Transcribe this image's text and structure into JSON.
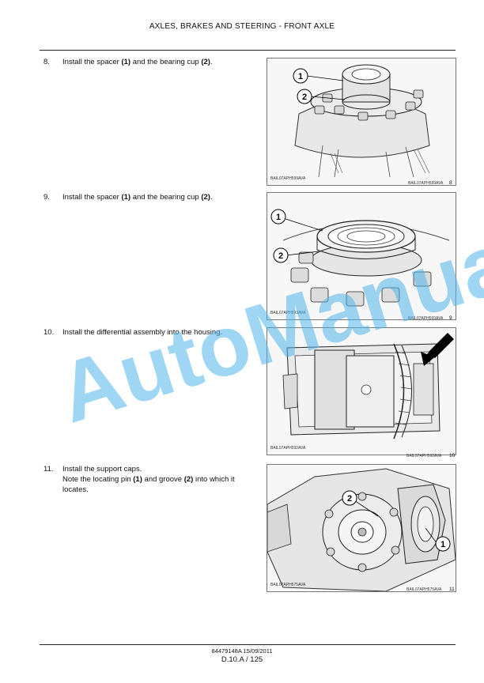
{
  "header": {
    "title": "AXLES, BRAKES AND STEERING - FRONT AXLE"
  },
  "steps": [
    {
      "num": "8.",
      "text_before": "Install the spacer ",
      "b1": "(1)",
      "text_mid": " and the bearing cup ",
      "b2": "(2)",
      "text_after": "."
    },
    {
      "num": "9.",
      "text_before": "Install the spacer ",
      "b1": "(1)",
      "text_mid": " and the bearing cup ",
      "b2": "(2)",
      "text_after": "."
    },
    {
      "num": "10.",
      "line1": "Install the differential assembly into the housing."
    },
    {
      "num": "11.",
      "line1": "Install the support caps.",
      "line2_before": "Note the locating pin ",
      "b1": "(1)",
      "line2_mid": " and groove ",
      "b2": "(2)",
      "line2_after": " into which it locates."
    }
  ],
  "figures": [
    {
      "inner_caption": "BAIL07APH599AVA",
      "outer_caption": "BAIL07APH599AVA",
      "number": "8",
      "callouts": [
        "1",
        "2"
      ]
    },
    {
      "inner_caption": "BAIL07APH593AVA",
      "outer_caption": "BAIL07APH593AVA",
      "number": "9",
      "callouts": [
        "1",
        "2"
      ]
    },
    {
      "inner_caption": "BAIL07APH592AVA",
      "outer_caption": "BAIL07APH592AVA",
      "number": "10"
    },
    {
      "inner_caption": "BAIL07APH575AVA",
      "outer_caption": "BAIL07APH575AVA",
      "number": "11",
      "callouts": [
        "2",
        "1"
      ]
    }
  ],
  "watermark": "AutoManual",
  "footer": {
    "doc": "84479148A 15/09/2011",
    "page": "D.10.A / 125"
  }
}
